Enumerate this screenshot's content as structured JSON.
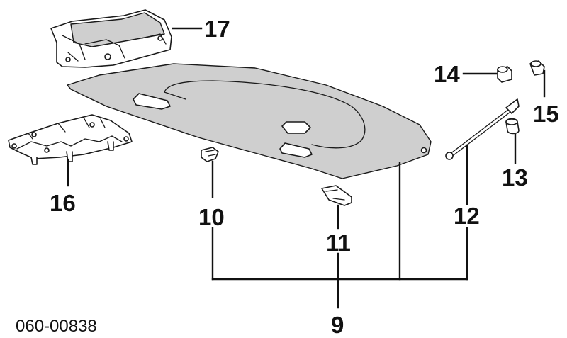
{
  "diagram": {
    "code": "060-00838",
    "colors": {
      "line": "#1a1a1a",
      "shelf_fill": "#d9d9d9",
      "background": "#ffffff"
    },
    "callouts": [
      {
        "id": "9",
        "label": "9"
      },
      {
        "id": "10",
        "label": "10"
      },
      {
        "id": "11",
        "label": "11"
      },
      {
        "id": "12",
        "label": "12"
      },
      {
        "id": "13",
        "label": "13"
      },
      {
        "id": "14",
        "label": "14"
      },
      {
        "id": "15",
        "label": "15"
      },
      {
        "id": "16",
        "label": "16"
      },
      {
        "id": "17",
        "label": "17"
      }
    ]
  }
}
